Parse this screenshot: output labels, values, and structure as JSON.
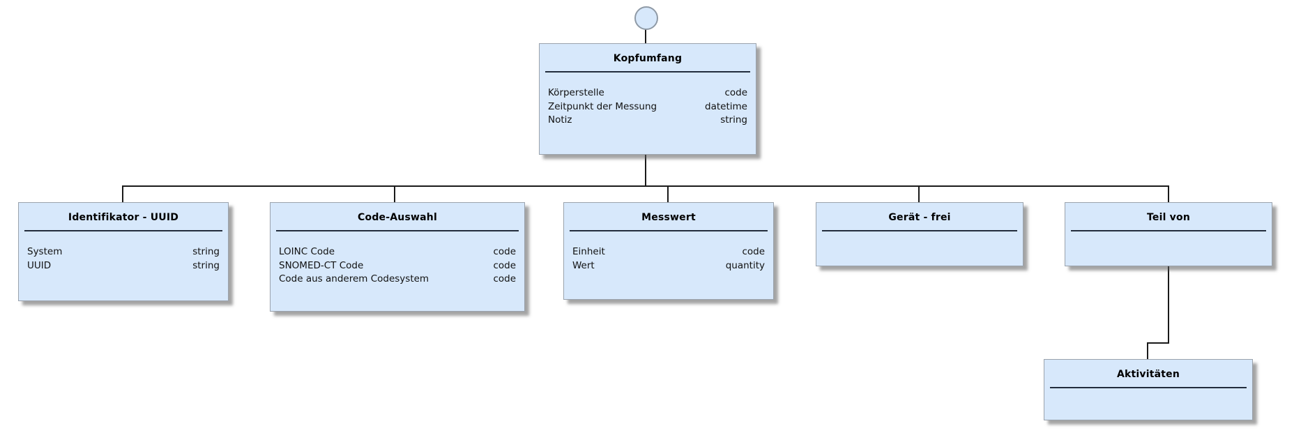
{
  "colors": {
    "box_fill": "#d7e8fb",
    "box_border": "#9aa2ac",
    "separator": "#222c3c",
    "connector": "#1a1a1a",
    "canvas_bg": "#ffffff"
  },
  "icons": {
    "interface_lollipop": "circle"
  },
  "entities": {
    "kopfumfang": {
      "title": "Kopfumfang",
      "attributes": [
        {
          "name": "Körperstelle",
          "type": "code"
        },
        {
          "name": "Zeitpunkt der Messung",
          "type": "datetime"
        },
        {
          "name": "Notiz",
          "type": "string"
        }
      ]
    },
    "identifikator": {
      "title": "Identifikator - UUID",
      "attributes": [
        {
          "name": "System",
          "type": "string"
        },
        {
          "name": "UUID",
          "type": "string"
        }
      ]
    },
    "code_auswahl": {
      "title": "Code-Auswahl",
      "attributes": [
        {
          "name": "LOINC Code",
          "type": "code"
        },
        {
          "name": "SNOMED-CT Code",
          "type": "code"
        },
        {
          "name": "Code aus anderem Codesystem",
          "type": "code"
        }
      ]
    },
    "messwert": {
      "title": "Messwert",
      "attributes": [
        {
          "name": "Einheit",
          "type": "code"
        },
        {
          "name": "Wert",
          "type": "quantity"
        }
      ]
    },
    "geraet_frei": {
      "title": "Gerät - frei",
      "attributes": []
    },
    "teil_von": {
      "title": "Teil von",
      "attributes": []
    },
    "aktivitaeten": {
      "title": "Aktivitäten",
      "attributes": []
    }
  }
}
